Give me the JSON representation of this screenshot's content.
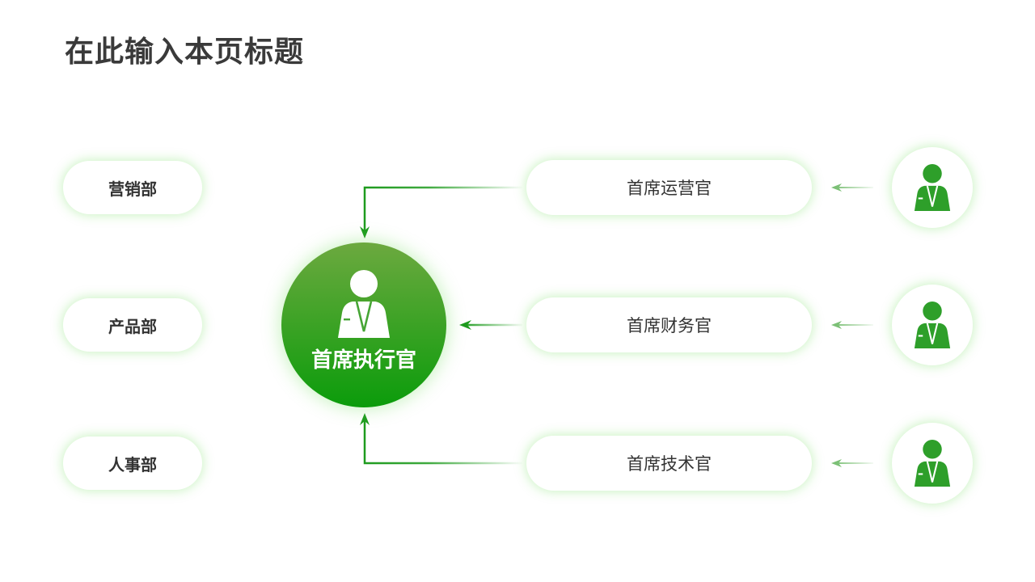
{
  "page": {
    "title": "在此输入本页标题"
  },
  "departments": [
    {
      "label": "营销部"
    },
    {
      "label": "产品部"
    },
    {
      "label": "人事部"
    }
  ],
  "center": {
    "label": "首席执行官",
    "icon": "person-icon"
  },
  "officers": [
    {
      "label": "首席运营官",
      "icon": "person-icon"
    },
    {
      "label": "首席财务官",
      "icon": "person-icon"
    },
    {
      "label": "首席技术官",
      "icon": "person-icon"
    }
  ],
  "colors": {
    "accent": "#1e9b1e",
    "circle_top": "#6ca93f",
    "circle_bottom": "#0b9c0b",
    "icon": "#2e9f2a",
    "ceo_icon_cut": "#46a535",
    "arrow_light": "#7cc076",
    "text": "#333333"
  }
}
